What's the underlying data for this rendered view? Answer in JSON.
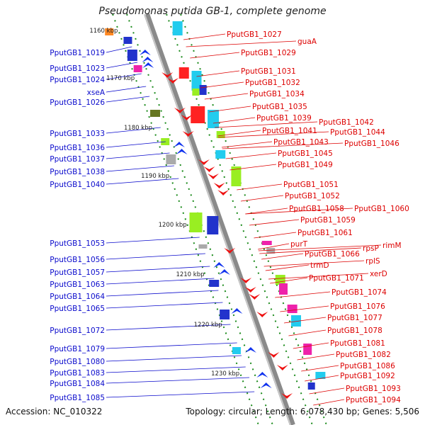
{
  "title": "Pseudomonas putida GB-1, complete genome",
  "footer": {
    "accession": "Accession: NC_010322",
    "summary": "Topology: circular; Length: 6,078,430 bp; Genes: 5,506"
  },
  "colors": {
    "left_label": "#0a0acc",
    "right_label": "#dd0000",
    "backbone": "#8a8a8a",
    "tick": "#1a8a1a"
  },
  "scale_ticks": [
    "1160 kbp",
    "1170 kbp",
    "1180 kbp",
    "1190 kbp",
    "1200 kbp",
    "1210 kbp",
    "1220 kbp",
    "1230 kbp"
  ],
  "left_labels": [
    "PputGB1_1019",
    "PputGB1_1023",
    "PputGB1_1024",
    "xseA",
    "PputGB1_1026",
    "PputGB1_1033",
    "PputGB1_1036",
    "PputGB1_1037",
    "PputGB1_1038",
    "PputGB1_1040",
    "PputGB1_1053",
    "PputGB1_1056",
    "PputGB1_1057",
    "PputGB1_1063",
    "PputGB1_1064",
    "PputGB1_1065",
    "PputGB1_1072",
    "PputGB1_1079",
    "PputGB1_1080",
    "PputGB1_1083",
    "PputGB1_1084",
    "PputGB1_1085"
  ],
  "right_labels": [
    "PputGB1_1027",
    "guaA",
    "PputGB1_1029",
    "PputGB1_1031",
    "PputGB1_1032",
    "PputGB1_1034",
    "PputGB1_1035",
    "PputGB1_1039",
    "PputGB1_1042",
    "PputGB1_1041",
    "PputGB1_1044",
    "PputGB1_1043",
    "PputGB1_1046",
    "PputGB1_1045",
    "PputGB1_1049",
    "PputGB1_1051",
    "PputGB1_1052",
    "PputGB1_1058",
    "PputGB1_1060",
    "PputGB1_1059",
    "PputGB1_1061",
    "purT",
    "rpsP",
    "rimM",
    "PputGB1_1066",
    "rplS",
    "trmD",
    "xerD",
    "PputGB1_1071",
    "PputGB1_1074",
    "PputGB1_1076",
    "PputGB1_1077",
    "PputGB1_1078",
    "PputGB1_1081",
    "PputGB1_1082",
    "PputGB1_1086",
    "PputGB1_1092",
    "PputGB1_1093",
    "PputGB1_1094"
  ]
}
